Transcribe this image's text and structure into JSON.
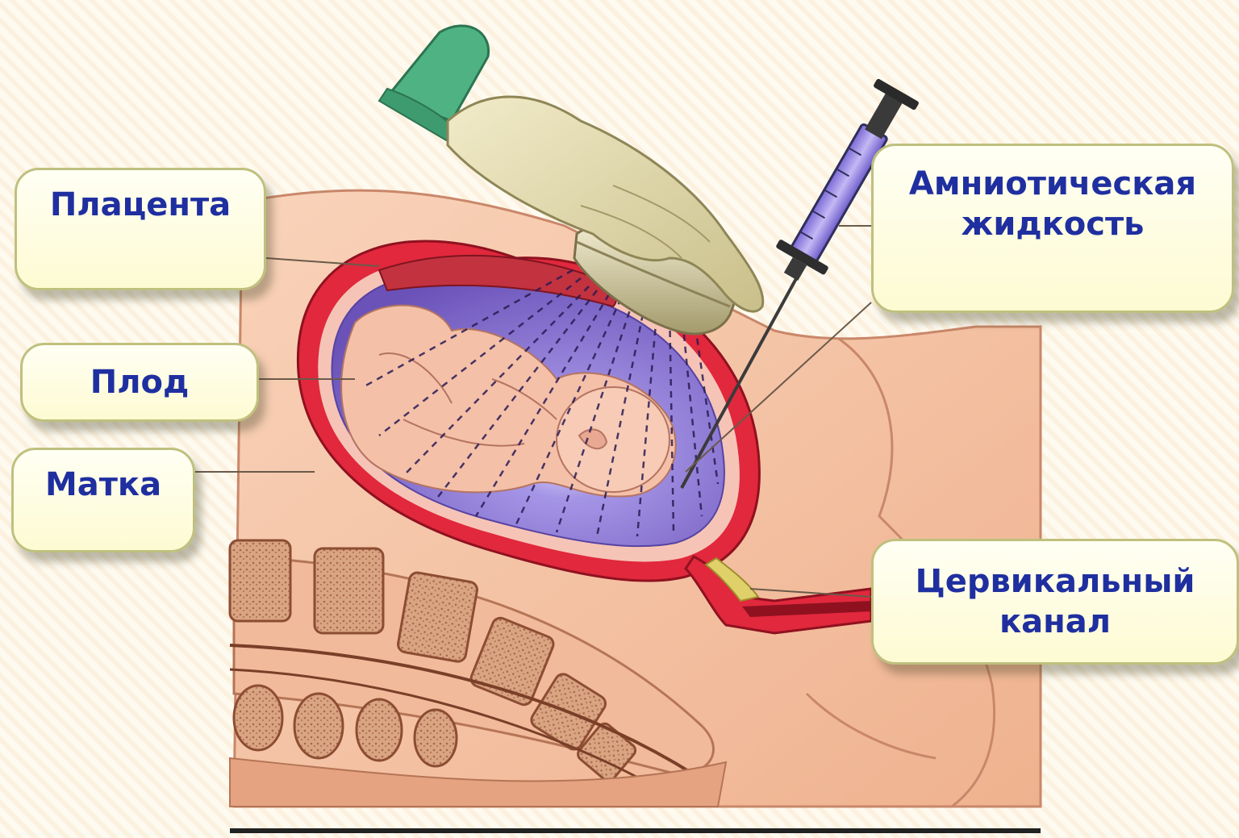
{
  "labels": {
    "placenta": "Плацента",
    "fetus": "Плод",
    "uterus": "Матка",
    "amniotic_fluid_line1": "Амниотическая",
    "amniotic_fluid_line2": "жидкость",
    "cervical_canal_line1": "Цервикальный",
    "cervical_canal_line2": "канал"
  },
  "colors": {
    "label_text": "#1f2fa0",
    "callout_fill": "#fdfbd2",
    "skin": "#f6c4a6",
    "uterus_wall": "#d8293a",
    "amniotic_fluid": "#7d64c6",
    "glove": "#e6deb2",
    "sleeve": "#4fb283",
    "syringe_fluid": "#9a8ae0"
  },
  "icons": {
    "hand": "gloved-hand-icon",
    "transducer": "ultrasound-probe-icon",
    "syringe": "syringe-icon"
  }
}
